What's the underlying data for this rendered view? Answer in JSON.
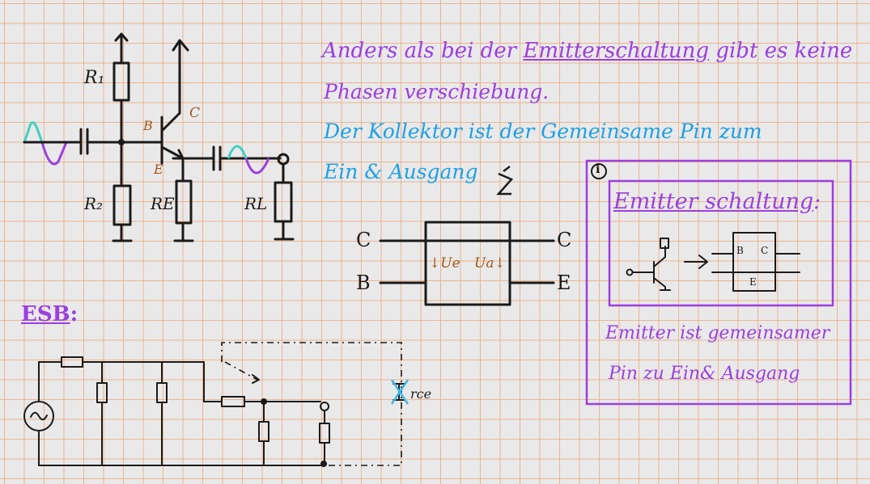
{
  "text": {
    "line1_a": "Anders als bei der ",
    "line1_emph": "Emitterschaltung",
    "line1_b": " gibt es keine",
    "line2": "Phasen verschiebung.",
    "line3": "Der Kollektor ist der Gemeinsame Pin zum",
    "line4": "Ein & Ausgang"
  },
  "circuit": {
    "r1": "R₁",
    "r2": "R₂",
    "re": "RE",
    "rl": "RL",
    "b": "B",
    "c": "C",
    "e": "E"
  },
  "block": {
    "c_left": "C",
    "b_left": "B",
    "c_right": "C",
    "e_right": "E",
    "ue": "↓Ue",
    "ua": "Ua↓"
  },
  "esb": {
    "heading": "ESB",
    "colon": ":",
    "rce": "rce",
    "cross": "X"
  },
  "box": {
    "info": "i",
    "title": "Emitter schaltung",
    "title_colon": ":",
    "b": "B",
    "c": "C",
    "e": "E",
    "note1": "Emitter ist gemeinsamer",
    "note2": "Pin zu Ein& Ausgang"
  },
  "colors": {
    "violet": "#9b3fe0",
    "blue": "#1fa0e6",
    "brown": "#a4571b",
    "ink": "#1a1a1a",
    "teal": "#3fd0c0"
  }
}
